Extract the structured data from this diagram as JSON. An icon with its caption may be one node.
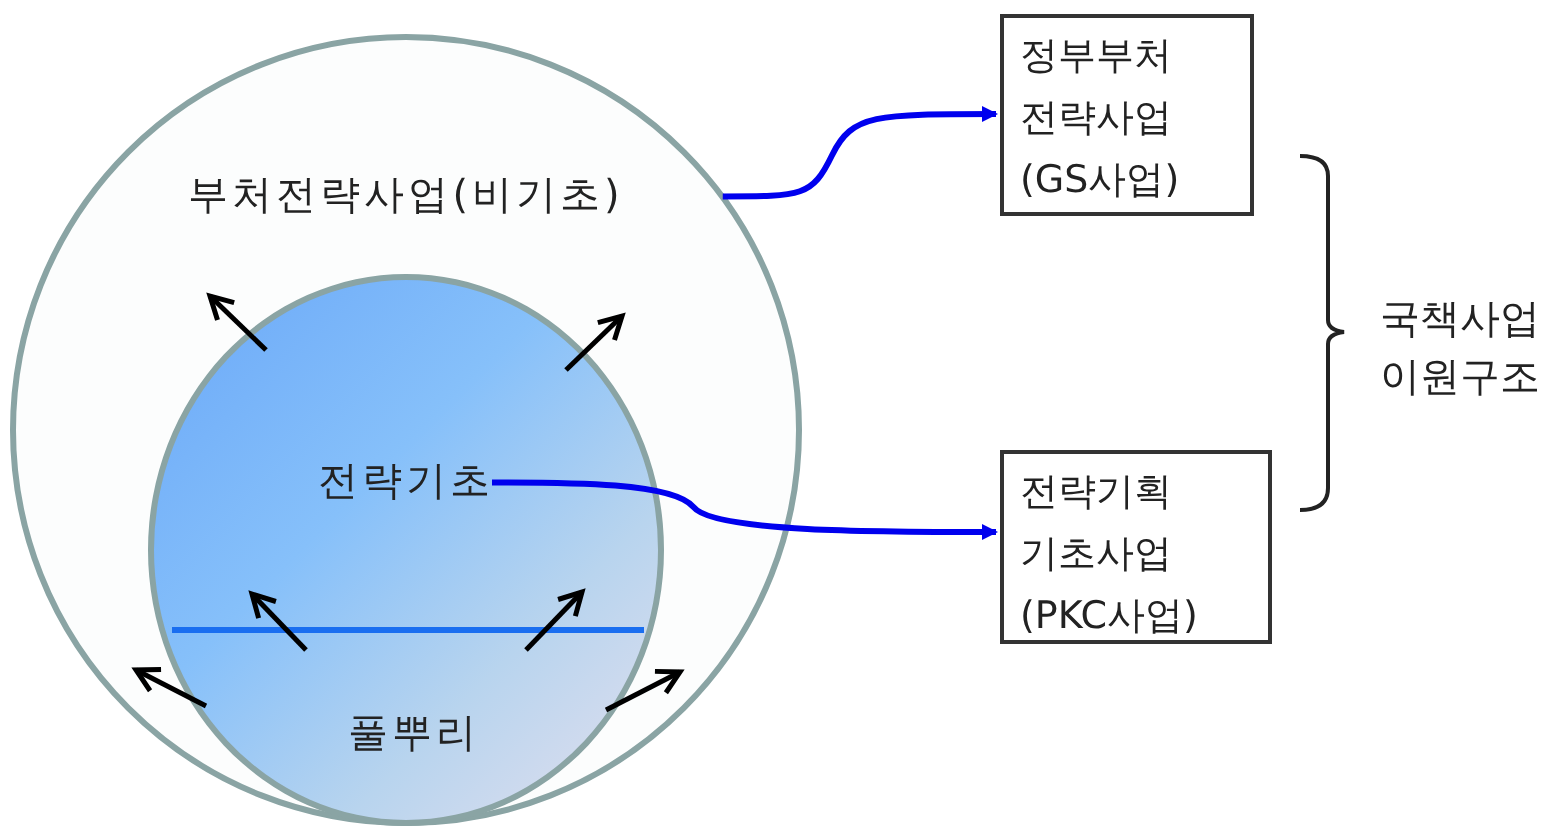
{
  "diagram": {
    "nodes": [
      {
        "text": [
          "부처전략사업(비기초)"
        ]
      },
      {
        "text": [
          "전략기초",
          "풀뿌리"
        ],
        "in": 0
      },
      {
        "text": [
          "정부부처 전략사업 (GS사업)"
        ]
      },
      {
        "text": [
          "전략기획 기초사업 (PKC사업)"
        ]
      }
    ],
    "edges": [
      {
        "from": 0,
        "to": 2,
        "arrow": "to",
        "color": "#0000ee"
      },
      {
        "from": 1,
        "to": 3,
        "arrow": "to",
        "color": "#0000ee"
      }
    ],
    "labels": [
      "국책사업 이원구조"
    ]
  }
}
